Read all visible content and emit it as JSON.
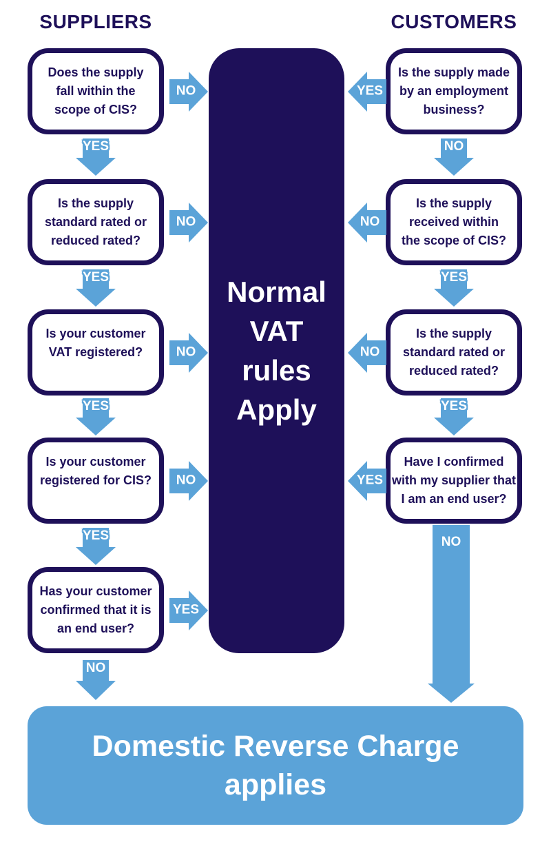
{
  "title": "CIS VAT Domestic Reverse Charge flowchart",
  "colors": {
    "navy": "#1e1059",
    "blue": "#5ba3d8",
    "white": "#ffffff"
  },
  "columns": {
    "suppliers": {
      "heading": "SUPPLIERS",
      "questions": [
        {
          "text": "Does the supply\nfall within the\nscope of CIS?",
          "to_center_label": "NO",
          "down_label": "YES"
        },
        {
          "text": "Is the supply\nstandard rated or\nreduced rated?",
          "to_center_label": "NO",
          "down_label": "YES"
        },
        {
          "text": "Is your customer\nVAT registered?",
          "to_center_label": "NO",
          "down_label": "YES"
        },
        {
          "text": "Is your customer\nregistered for CIS?",
          "to_center_label": "NO",
          "down_label": "YES"
        },
        {
          "text": "Has your customer\nconfirmed that it is\nan end user?",
          "to_center_label": "YES",
          "down_label": "NO"
        }
      ]
    },
    "customers": {
      "heading": "CUSTOMERS",
      "questions": [
        {
          "text": "Is the supply made\nby an employment\nbusiness?",
          "to_center_label": "YES",
          "down_label": "NO"
        },
        {
          "text": "Is the supply\nreceived within\nthe scope of CIS?",
          "to_center_label": "NO",
          "down_label": "YES"
        },
        {
          "text": "Is the supply\nstandard rated or\nreduced rated?",
          "to_center_label": "NO",
          "down_label": "YES"
        },
        {
          "text": "Have I confirmed\nwith my supplier that\nI am an end user?",
          "to_center_label": "YES",
          "down_label": "NO"
        }
      ]
    }
  },
  "center_box": {
    "text": "Normal\nVAT\nrules\nApply"
  },
  "outcome_box": {
    "text": "Domestic Reverse Charge\napplies"
  }
}
